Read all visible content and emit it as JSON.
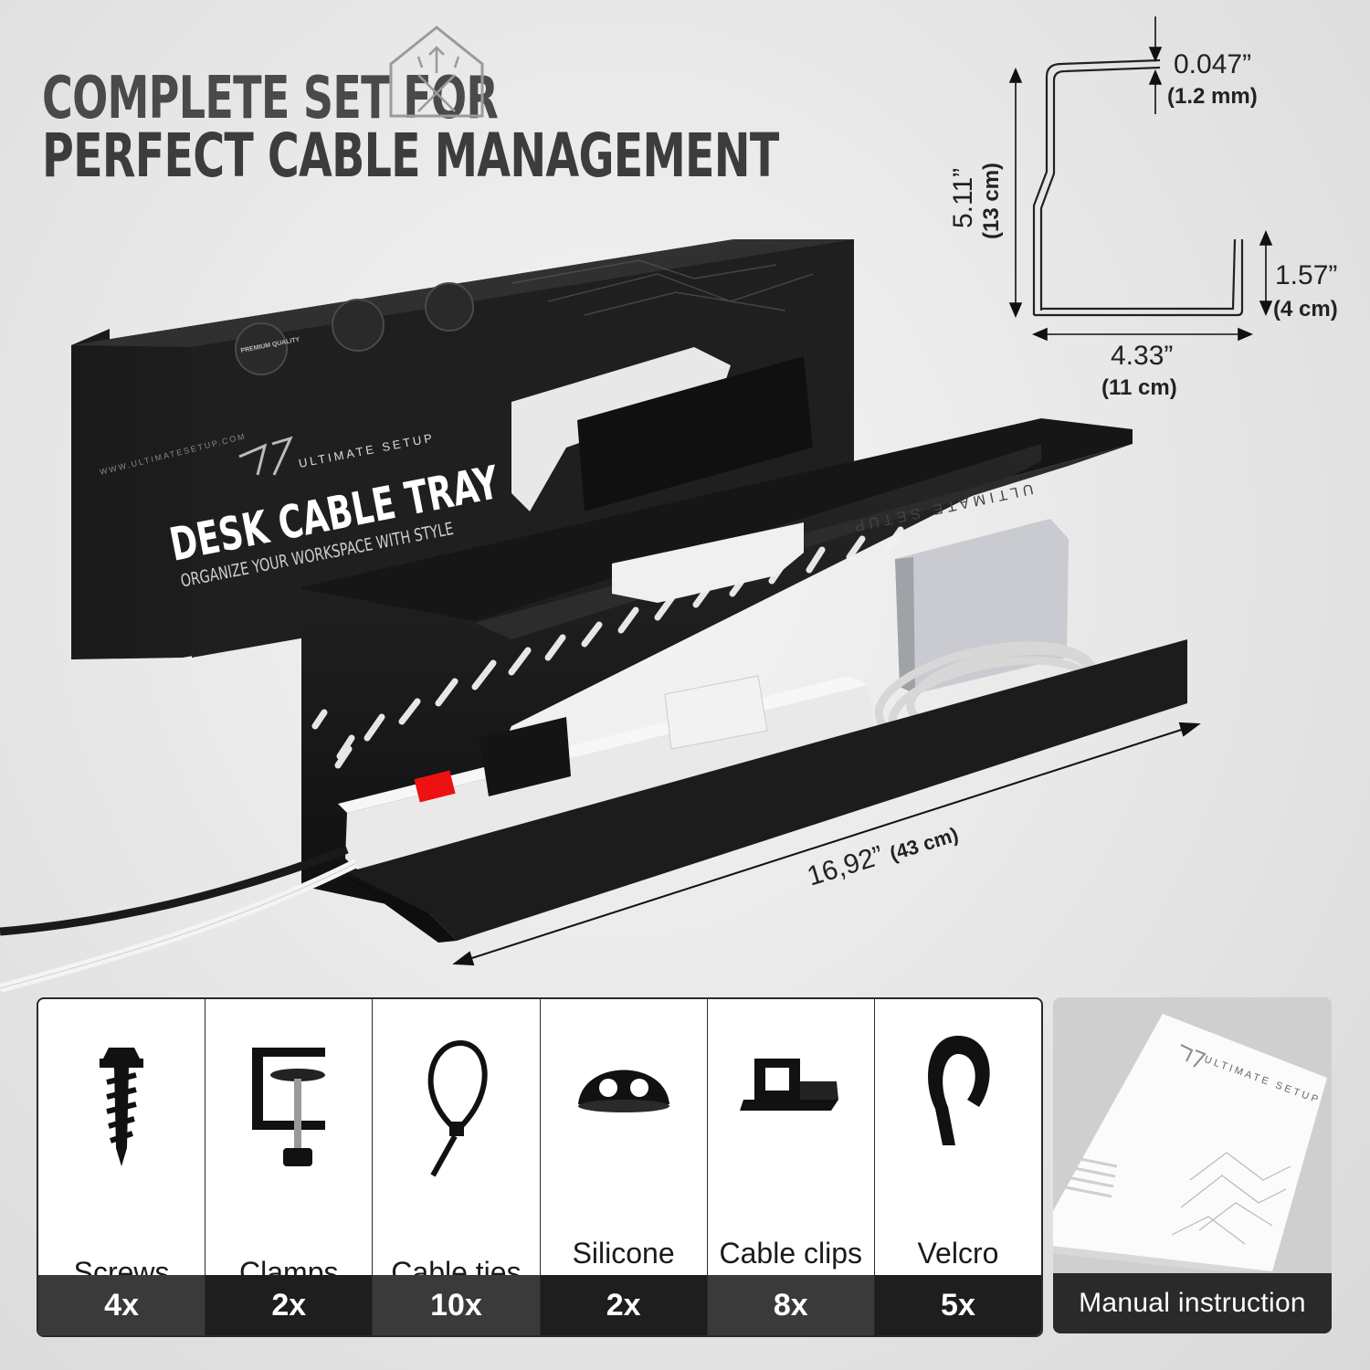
{
  "headline": {
    "line1": "COMPLETE SET FOR",
    "line2": "PERFECT CABLE MANAGEMENT"
  },
  "box": {
    "brand": "ULTIMATE SETUP",
    "title": "DESK CABLE TRAY",
    "tagline": "ORGANIZE YOUR WORKSPACE WITH STYLE",
    "website": "WWW.ULTIMATESETUP.COM",
    "badge": "PREMIUM QUALITY"
  },
  "tray": {
    "engraving": "ULTIMATE SETUP"
  },
  "dimensions": {
    "thickness": {
      "main": "0.047”",
      "sub": "(1.2 mm)"
    },
    "height": {
      "main": "5.11”",
      "sub": "(13 cm)"
    },
    "lip": {
      "main": "1.57”",
      "sub": "(4 cm)"
    },
    "width": {
      "main": "4.33”",
      "sub": "(11 cm)"
    },
    "length": {
      "main": "16,92”",
      "sub": "(43 cm)"
    }
  },
  "contents": [
    {
      "label": "Screws",
      "qty": "4x",
      "icon": "screw-icon"
    },
    {
      "label": "Clamps",
      "qty": "2x",
      "icon": "clamp-icon"
    },
    {
      "label": "Cable ties",
      "qty": "10x",
      "icon": "cable-tie-icon"
    },
    {
      "label": "Silicone pads",
      "qty": "2x",
      "icon": "silicone-pad-icon"
    },
    {
      "label": "Cable clips small",
      "qty": "8x",
      "icon": "cable-clip-icon"
    },
    {
      "label": "Velcro cable ties",
      "qty": "5x",
      "icon": "velcro-tie-icon"
    }
  ],
  "manual": {
    "label": "Manual instruction",
    "brand": "ULTIMATE SETUP"
  }
}
